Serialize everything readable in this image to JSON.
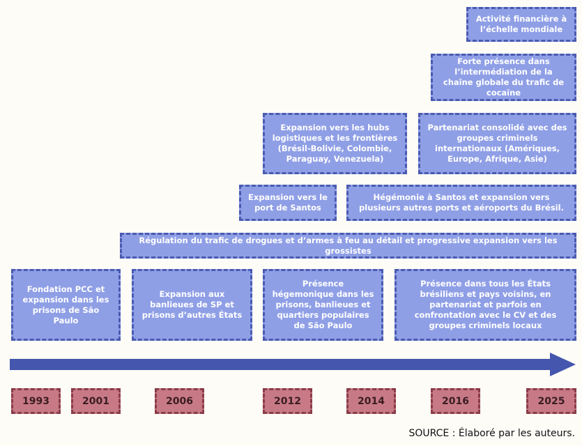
{
  "boxes": {
    "b_finance": "Activité financière à l’échelle mondiale",
    "b_forte": "Forte présence dans l’intermédiation de la chaîne globale du trafic de cocaïne",
    "b_hubs": "Expansion vers les hubs logistiques et les frontières (Brésil-Bolivie, Colombie, Paraguay, Venezuela)",
    "b_partenariat": "Partenariat consolidé avec des groupes criminels internationaux (Amériques, Europe, Afrique, Asie)",
    "b_santos": "Expansion vers le port de Santos",
    "b_hegemonie": "Hégémonie à Santos et expansion vers plusieurs autres ports et aéroports du Brésil.",
    "b_regulation": "Régulation du trafic de drogues et d’armes à feu au détail et progressive expansion vers les grossistes",
    "b_fondation": "Fondation PCC et expansion dans les prisons de São Paulo",
    "b_banlieues": "Expansion aux banlieues de SP et prisons d’autres États",
    "b_presence_heg": "Présence hégemonique dans les prisons, banlieues et quartiers populaires de São Paulo",
    "b_presence_tous": "Présence dans tous les États brésiliens et pays voisins, en partenariat et parfois en confrontation avec le CV et des groupes criminels locaux"
  },
  "years": [
    "1993",
    "2001",
    "2006",
    "2012",
    "2014",
    "2016",
    "2025"
  ],
  "source": "SOURCE : Élaboré par les auteurs.",
  "colors": {
    "box_fill": "#8f9fe6",
    "box_border": "#4a5ab0",
    "year_fill": "#c77a86",
    "year_border": "#8a3c48",
    "arrow": "#4456ad"
  }
}
